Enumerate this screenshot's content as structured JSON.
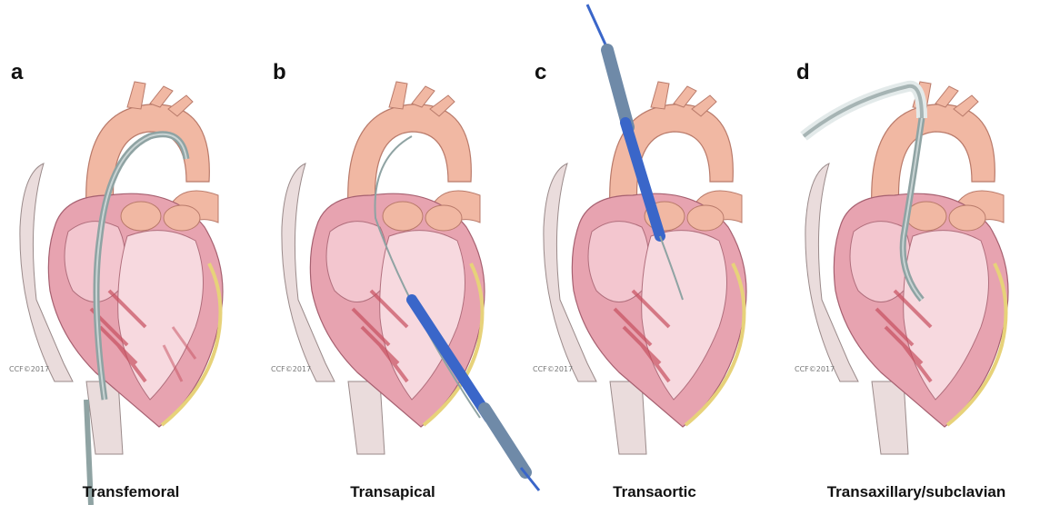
{
  "panels": [
    {
      "letter": "a",
      "caption": "Transfemoral",
      "copyright": "CCF©2017",
      "approach": "transfemoral"
    },
    {
      "letter": "b",
      "caption": "Transapical",
      "copyright": "CCF©2017",
      "approach": "transapical"
    },
    {
      "letter": "c",
      "caption": "Transaortic",
      "copyright": "CCF©2017",
      "approach": "transaortic"
    },
    {
      "letter": "d",
      "caption": "Transaxillary/subclavian",
      "copyright": "CCF©2017",
      "approach": "transaxillary"
    }
  ],
  "colors": {
    "aorta": "#f1b8a3",
    "aorta_shade": "#d98f7c",
    "myocardium": "#e7a3b0",
    "myocardium_dark": "#c7505f",
    "chamber": "#f7d9df",
    "vein": "#e9dada",
    "catheter": "#8fa3a3",
    "device_blue": "#3a66c9",
    "fat": "#e7d27a"
  }
}
